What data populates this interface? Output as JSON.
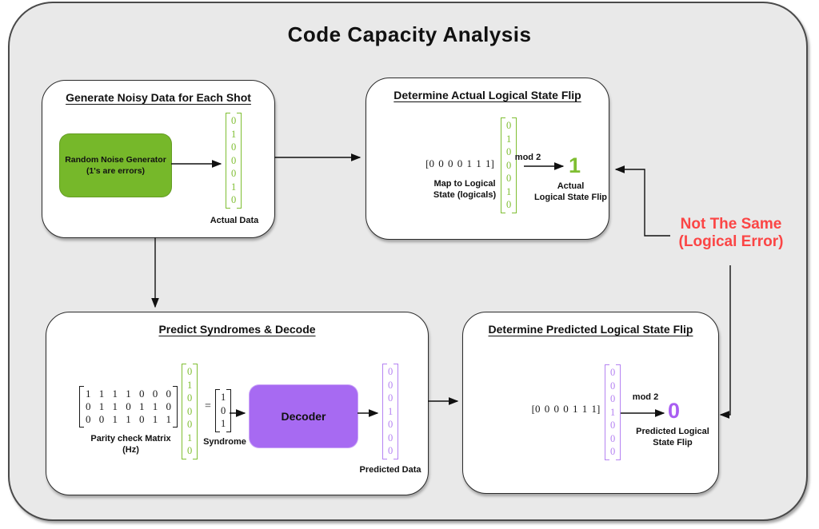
{
  "title": "Code Capacity Analysis",
  "colors": {
    "canvas_bg": "#e9e9e9",
    "green_box": "#76b82a",
    "green_text": "#7fbe32",
    "purple_box": "#a76af2",
    "purple_text": "#b583f2",
    "purple_result": "#a95ef2",
    "red": "#fb4545"
  },
  "generate_box": {
    "title": "Generate Noisy Data for Each Shot",
    "noise_generator_label": "Random Noise Generator\n(1's are errors)",
    "actual_data_vector": "0\n1\n0\n0\n0\n1\n0",
    "actual_data_label": "Actual Data"
  },
  "actual_flip_box": {
    "title": "Determine Actual Logical State Flip",
    "logicals_row_vector": "[0 0 0 0 1 1 1]",
    "logicals_label": "Map to Logical\nState (logicals)",
    "data_vector": "0\n1\n0\n0\n0\n1\n0",
    "mod_label": "mod 2",
    "result": "1",
    "result_label": "Actual\nLogical State Flip"
  },
  "predict_box": {
    "title": "Predict Syndromes & Decode",
    "parity_matrix": "1 1 1 1 0 0 0\n0 1 1 0 1 1 0\n0 0 1 1 0 1 1",
    "parity_matrix_label": "Parity check Matrix\n(Hz)",
    "data_vector": "0\n1\n0\n0\n0\n1\n0",
    "equals_sign": "=",
    "syndrome_vector": "1\n0\n1",
    "syndrome_label": "Syndrome",
    "decoder_label": "Decoder",
    "predicted_vector": "0\n0\n0\n1\n0\n0\n0",
    "predicted_data_label": "Predicted Data"
  },
  "predicted_flip_box": {
    "title": "Determine Predicted Logical State Flip",
    "logicals_row_vector": "[0 0 0 0 1 1 1]",
    "data_vector": "0\n0\n0\n1\n0\n0\n0",
    "mod_label": "mod 2",
    "result": "0",
    "result_label": "Predicted Logical\nState Flip"
  },
  "annotation": {
    "text": "Not The Same\n(Logical Error)"
  }
}
